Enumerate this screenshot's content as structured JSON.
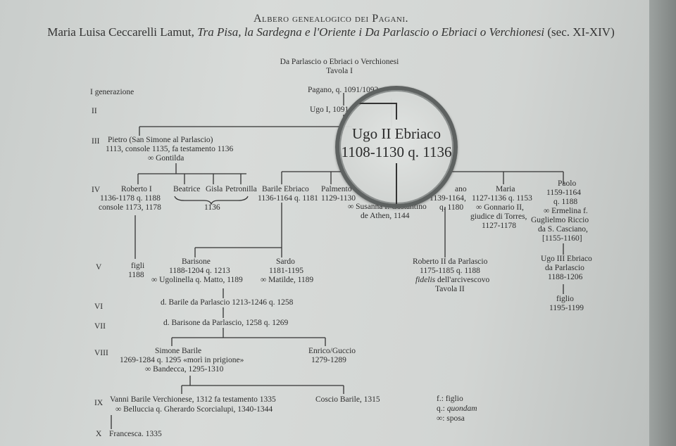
{
  "header": {
    "title": "Albero genealogico dei Pagani.",
    "subtitle_plain": "Maria Luisa Ceccarelli Lamut, ",
    "subtitle_italic": "Tra Pisa, la Sardegna e l'Oriente i Da Parlascio o Ebriaci o Verchionesi",
    "subtitle_tail": " (sec. XI-XIV)"
  },
  "tree": {
    "heading": "Da Parlascio o Ebriaci o Verchionesi",
    "table": "Tavola I"
  },
  "generations": [
    "I generazione",
    "II",
    "III",
    "IV",
    "V",
    "VI",
    "VII",
    "VIII",
    "IX",
    "X"
  ],
  "people": {
    "pagano": "Pagano, q. 1091/1092",
    "ugo1": "Ugo I, 1091",
    "pietro_1": "Pietro (San Simone al Parlascio)",
    "pietro_2": "1113, console 1135, fa testamento 1136",
    "pietro_3": "∞ Gontilda",
    "roberto1_1": "Roberto I",
    "roberto1_2": "1136-1178 q. 1188",
    "roberto1_3": "console 1173, 1178",
    "beatrice": "Beatrice",
    "gisla": "Gisla",
    "petronilla": "Petronilla",
    "sisters_year": "1136",
    "barile_1": "Barile Ebriaco",
    "barile_2": "1136-1164 q. 1181",
    "palmento_1": "Palmento",
    "palmento_2": "1129-1130",
    "susanna_1": "∞ Susanna f. Costantino",
    "susanna_2": "de Athen, 1144",
    "ano_1": "ano",
    "ano_2": "1139-1164,",
    "ano_3": "q. 1180",
    "maria_1": "Maria",
    "maria_2": "1127-1136 q. 1153",
    "maria_3": "∞ Gonnario II,",
    "maria_4": "giudice di Torres,",
    "maria_5": "1127-1178",
    "paolo_1": "Paolo",
    "paolo_2": "1159-1164",
    "paolo_3": "q. 1188",
    "paolo_4": "∞ Ermelina f.",
    "paolo_5": "Guglielmo Riccio",
    "paolo_6": "da S. Casciano,",
    "paolo_7": "[1155-1160]",
    "figli_1": "figli",
    "figli_2": "1188",
    "barisone_1": "Barisone",
    "barisone_2": "1188-1204 q. 1213",
    "barisone_3": "∞ Ugolinella q. Matto, 1189",
    "sardo_1": "Sardo",
    "sardo_2": "1181-1195",
    "sardo_3": "∞ Matilde, 1189",
    "roberto2_1": "Roberto II da Parlascio",
    "roberto2_2": "1175-1185 q. 1188",
    "roberto2_3a": "fidelis",
    "roberto2_3b": " dell'arcivescovo",
    "roberto2_4": "Tavola II",
    "ugo3_1": "Ugo III Ebriaco",
    "ugo3_2": "da Parlascio",
    "ugo3_3": "1188-1206",
    "figlio_1": "figlio",
    "figlio_2": "1195-1199",
    "dbarile": "d. Barile da Parlascio 1213-1246 q. 1258",
    "dbarisone": "d. Barisone da Parlascio, 1258 q. 1269",
    "simone_1": "Simone Barile",
    "simone_2": "1269-1284 q. 1295 «morì in prigione»",
    "simone_3": "∞ Bandecca, 1295-1310",
    "enrico_1": "Enrico/Guccio",
    "enrico_2": "1279-1289",
    "vanni_1": "Vanni Barile Verchionese, 1312 fa testamento 1335",
    "vanni_2": "∞ Belluccia q. Gherardo Scorcialupi, 1340-1344",
    "coscio": "Coscio Barile, 1315",
    "francesca": "Francesca. 1335"
  },
  "magnifier": {
    "name": "Ugo II Ebriaco",
    "dates": "1108-1130 q. 1136"
  },
  "legend": {
    "f": "f.: figlio",
    "q_prefix": "q.: ",
    "q_italic": "quondam",
    "s": "∞: sposa"
  }
}
